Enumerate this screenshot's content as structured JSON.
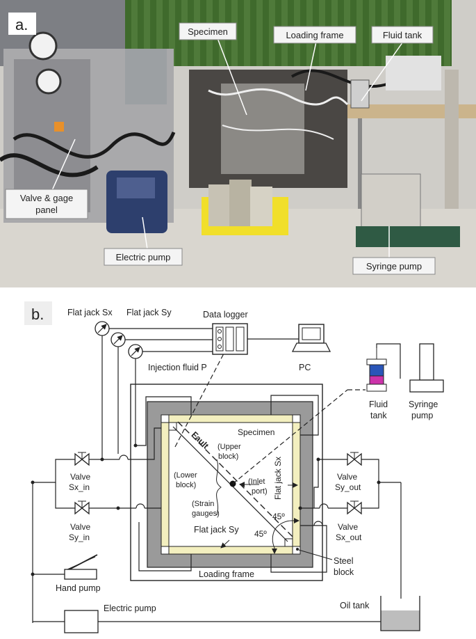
{
  "panel_a": {
    "label": "a.",
    "callouts": {
      "specimen": "Specimen",
      "loading_frame": "Loading frame",
      "fluid_tank": "Fluid tank",
      "valve_panel_line1": "Valve & gage",
      "valve_panel_line2": "panel",
      "electric_pump": "Electric pump",
      "syringe_pump": "Syringe pump"
    }
  },
  "panel_b": {
    "label": "b.",
    "labels": {
      "flat_jack_sx_top": "Flat jack Sx",
      "flat_jack_sy_top": "Flat jack Sy",
      "data_logger": "Data logger",
      "injection_fluid_p": "Injection fluid P",
      "pc": "PC",
      "fluid_tank_line1": "Fluid",
      "fluid_tank_line2": "tank",
      "syringe_pump_line1": "Syringe",
      "syringe_pump_line2": "pump",
      "specimen": "Specimen",
      "fault": "Fault",
      "upper_block_line1": "(Upper",
      "upper_block_line2": "block)",
      "lower_block_line1": "(Lower",
      "lower_block_line2": "block)",
      "inlet_port_line1": "(Inlet",
      "inlet_port_line2": "port)",
      "strain_gauges_line1": "(Strain",
      "strain_gauges_line2": "gauges)",
      "flat_jack_sx_side": "Flat jack Sx",
      "flat_jack_sy_bottom": "Flat jack Sy",
      "angle_1": "45º",
      "angle_2": "45º",
      "steel_block_line1": "Steel",
      "steel_block_line2": "block",
      "loading_frame": "Loading frame",
      "valve_sx_in_line1": "Valve",
      "valve_sx_in_line2": "Sx_in",
      "valve_sy_in_line1": "Valve",
      "valve_sy_in_line2": "Sy_in",
      "valve_sy_out_line1": "Valve",
      "valve_sy_out_line2": "Sy_out",
      "valve_sx_out_line1": "Valve",
      "valve_sx_out_line2": "Sx_out",
      "hand_pump": "Hand pump",
      "electric_pump": "Electric pump",
      "oil_tank": "Oil tank"
    }
  },
  "colors": {
    "frame_gray": "#9a9a9a",
    "flat_jack_yellow": "#f3efbf",
    "fluid_tank_blue": "#2a55b8",
    "fluid_tank_magenta": "#cc33aa",
    "oil_gray": "#bdbdbd"
  }
}
